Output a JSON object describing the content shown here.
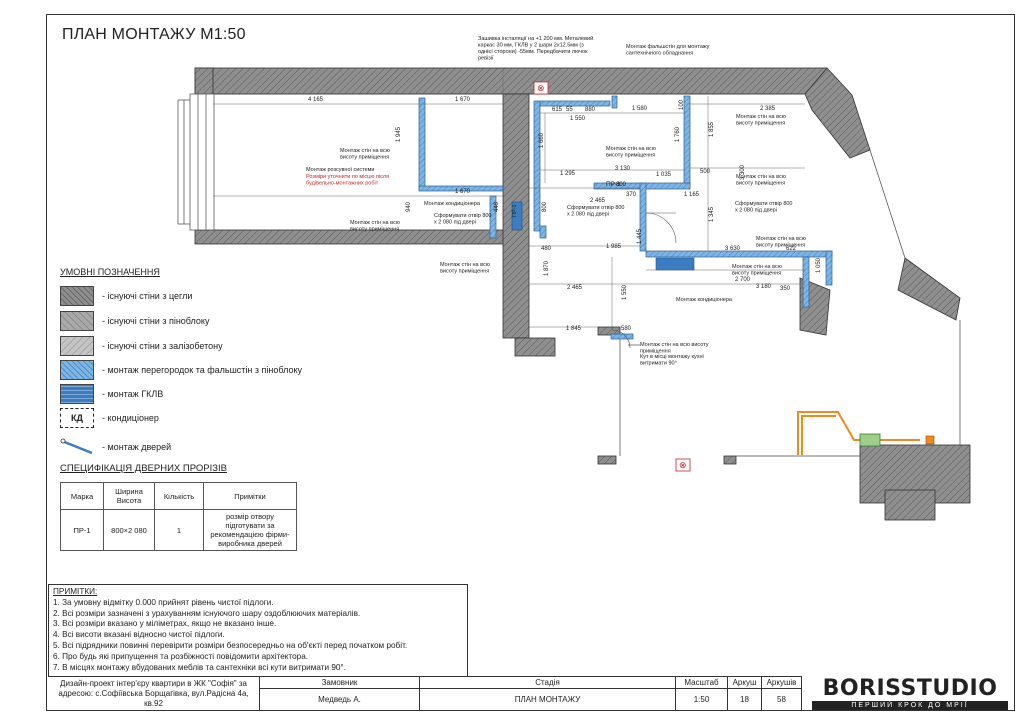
{
  "title": "ПЛАН МОНТАЖУ М1:50",
  "legend": {
    "title": "УМОВНІ ПОЗНАЧЕННЯ",
    "items": [
      "- існуючі стіни з цегли",
      "- існуючі стіни з піноблоку",
      "- існуючі стіни з залізобетону",
      "- монтаж перегородок та фальшстін з піноблоку",
      "- монтаж ГКЛВ",
      "- кондиціонер",
      "- монтаж дверей"
    ],
    "kd_label": "КД"
  },
  "spec": {
    "title": "СПЕЦИФІКАЦІЯ  ДВЕРНИХ ПРОРІЗІВ",
    "headers": [
      "Марка",
      "Ширина Висота",
      "Кількість",
      "Примітки"
    ],
    "row": [
      "ПР-1",
      "800×2 080",
      "1",
      "розмір отвору підготувати за рекомендацією фірми-виробника дверей"
    ]
  },
  "notes": {
    "title": "ПРИМІТКИ:",
    "items": [
      "1. За умовну відмітку 0.000 прийнят рівень чистої підлоги.",
      "2. Всі розміри зазначені з урахуванням існуючого шару оздоблюючих матеріалів.",
      "3. Всі розміри вказано у міліметрах, якщо не вказано інше.",
      "4. Всі висоти вказані відносно чистої підлоги.",
      "5. Всі підрядники повинні перевірити розміри безпосередньо на об'єкті перед початком робіт.",
      "6. Про будь які припущення та розбіжності повідомити архітектора.",
      "7. В місцях монтажу вбудованих меблів та сантехніки всі кути витримати 90°."
    ]
  },
  "title_block": {
    "project": "Дизайн-проект інтер'єру квартири в ЖК \"Софія\" за адресою: с.Софіївська Борщагівка, вул.Радісна 4а, кв.92",
    "client_label": "Замовник",
    "client": "Медведь А.",
    "stage_label": "Стадія",
    "stage": "ПЛАН МОНТАЖУ",
    "scale_label": "Масштаб",
    "scale": "1:50",
    "sheet_label": "Аркуш",
    "sheet": "18",
    "sheets_label": "Аркушів",
    "sheets": "58"
  },
  "brand": {
    "name": "BORISSTUDIO",
    "tagline": "ПЕРШИЙ КРОК ДО МРІЇ"
  },
  "plan": {
    "dims": [
      "4 165",
      "1 670",
      "1 945",
      "1 670",
      "940",
      "615",
      "55",
      "880",
      "1 550",
      "1 580",
      "100",
      "2 385",
      "1 660",
      "1 760",
      "1 855",
      "3 130",
      "1 295",
      "800",
      "1 035",
      "3 300",
      "500",
      "2 465",
      "370",
      "1 165",
      "1 345",
      "1 985",
      "1 445",
      "3 630",
      "622",
      "2 700",
      "3 180",
      "1 050",
      "350",
      "1 870",
      "480",
      "2 465",
      "1 550",
      "1 845",
      "580",
      "800",
      "448"
    ],
    "annotations": [
      "Зашивка інсталяції на +1 200 мм. Металевий каркас 30 мм, ГКЛВ у 2 шари 2х12.5мм (з однієї сторони) -55мм. Передбачити лючок ревізії",
      "Монтаж фальшстін для монтажу сантехнічного обладнання",
      "Монтаж стін на всю висоту приміщення",
      "Монтаж розсувної системи",
      "Розміри уточнити по місцю після будівельно-монтажних робіт",
      "Монтаж кондиціонера",
      "Сформувати отвір 800 x 2 080 під двері",
      "Кут в місці монтажу кухні витримати 90°"
    ],
    "door_tag": "ПР-1",
    "ac_symbol": "⊗"
  },
  "colors": {
    "brick": "#8e8e8e",
    "partition": "#7cb6e6",
    "gklv": "#3b7dc3",
    "pipe": "#f08a1c",
    "line": "#222222"
  }
}
